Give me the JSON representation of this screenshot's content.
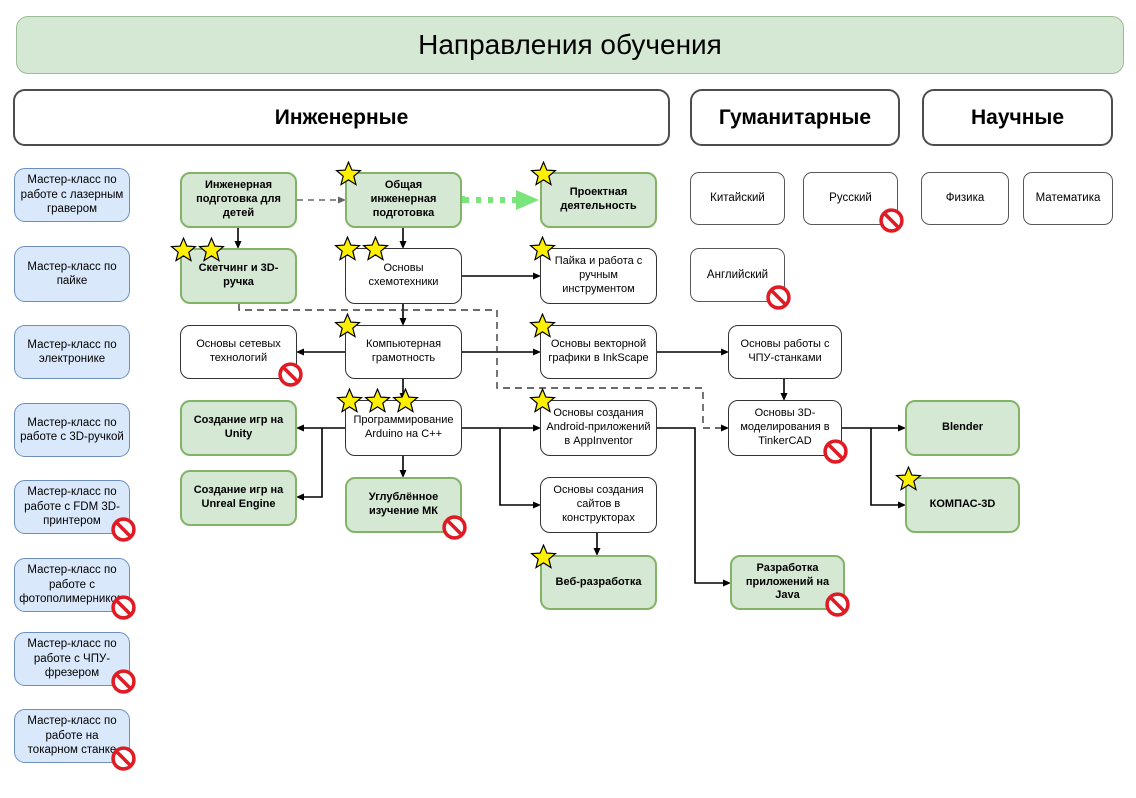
{
  "title": "Направления обучения",
  "sections": {
    "engineering": "Инженерные",
    "humanities": "Гуманитарные",
    "science": "Научные"
  },
  "masterclasses": [
    "Мастер-класс по работе с лазерным гравером",
    "Мастер-класс по пайке",
    "Мастер-класс по электронике",
    "Мастер-класс по работе с 3D-ручкой",
    "Мастер-класс по работе с FDM 3D-принтером",
    "Мастер-класс по работе с фотополимерником",
    "Мастер-класс по работе с ЧПУ-фрезером",
    "Мастер-класс по работе на токарном станке"
  ],
  "masterclass_banned": [
    false,
    false,
    false,
    false,
    true,
    true,
    true,
    true
  ],
  "nodes": {
    "eng_kids": {
      "label": "Инженерная подготовка для детей",
      "stars": 0,
      "banned": false
    },
    "common_eng": {
      "label": "Общая инженерная подготовка",
      "stars": 1,
      "banned": false
    },
    "project": {
      "label": "Проектная деятельность",
      "stars": 1,
      "banned": false
    },
    "sketch": {
      "label": "Скетчинг и 3D-ручка",
      "stars": 2,
      "banned": false
    },
    "circuits": {
      "label": "Основы схемотехники",
      "stars": 2,
      "banned": false
    },
    "soldering": {
      "label": "Пайка и работа с ручным инструментом",
      "stars": 1,
      "banned": false
    },
    "network": {
      "label": "Основы сетевых технологий",
      "stars": 0,
      "banned": true
    },
    "comp_lit": {
      "label": "Компьютерная грамотность",
      "stars": 1,
      "banned": false
    },
    "inkscape": {
      "label": "Основы векторной графики в InkScape",
      "stars": 1,
      "banned": false
    },
    "cnc": {
      "label": "Основы работы с ЧПУ-станками",
      "stars": 0,
      "banned": false
    },
    "unity": {
      "label": "Создание игр на Unity",
      "stars": 0,
      "banned": false
    },
    "arduino": {
      "label": "Программирование Arduino на C++",
      "stars": 3,
      "banned": false
    },
    "android": {
      "label": "Основы создания Android-приложений в AppInventor",
      "stars": 1,
      "banned": false
    },
    "tinkercad": {
      "label": "Основы 3D-моделирования в TinkerCAD",
      "stars": 0,
      "banned": true
    },
    "blender": {
      "label": "Blender",
      "stars": 0,
      "banned": false
    },
    "unreal": {
      "label": "Создание игр на Unreal Engine",
      "stars": 0,
      "banned": false
    },
    "mk": {
      "label": "Углублённое изучение МК",
      "stars": 0,
      "banned": true
    },
    "sites": {
      "label": "Основы создания сайтов в конструкторах",
      "stars": 0,
      "banned": false
    },
    "kompas": {
      "label": "КОМПАС-3D",
      "stars": 1,
      "banned": false
    },
    "web": {
      "label": "Веб-разработка",
      "stars": 1,
      "banned": false
    },
    "java": {
      "label": "Разработка приложений на Java",
      "stars": 0,
      "banned": true
    }
  },
  "humanities": {
    "items": [
      "Китайский",
      "Русский",
      "Английский"
    ],
    "banned": [
      false,
      true,
      true
    ]
  },
  "science": {
    "items": [
      "Физика",
      "Математика"
    ],
    "banned": [
      false,
      false
    ]
  },
  "colors": {
    "green_fill": "#d5e8d4",
    "green_border": "#82b366",
    "blue_fill": "#dae8fc",
    "blue_border": "#6c8ebf",
    "arrow_green": "#7ce47c",
    "ban_red": "#e01b24",
    "star_yellow": "#ffef00"
  }
}
